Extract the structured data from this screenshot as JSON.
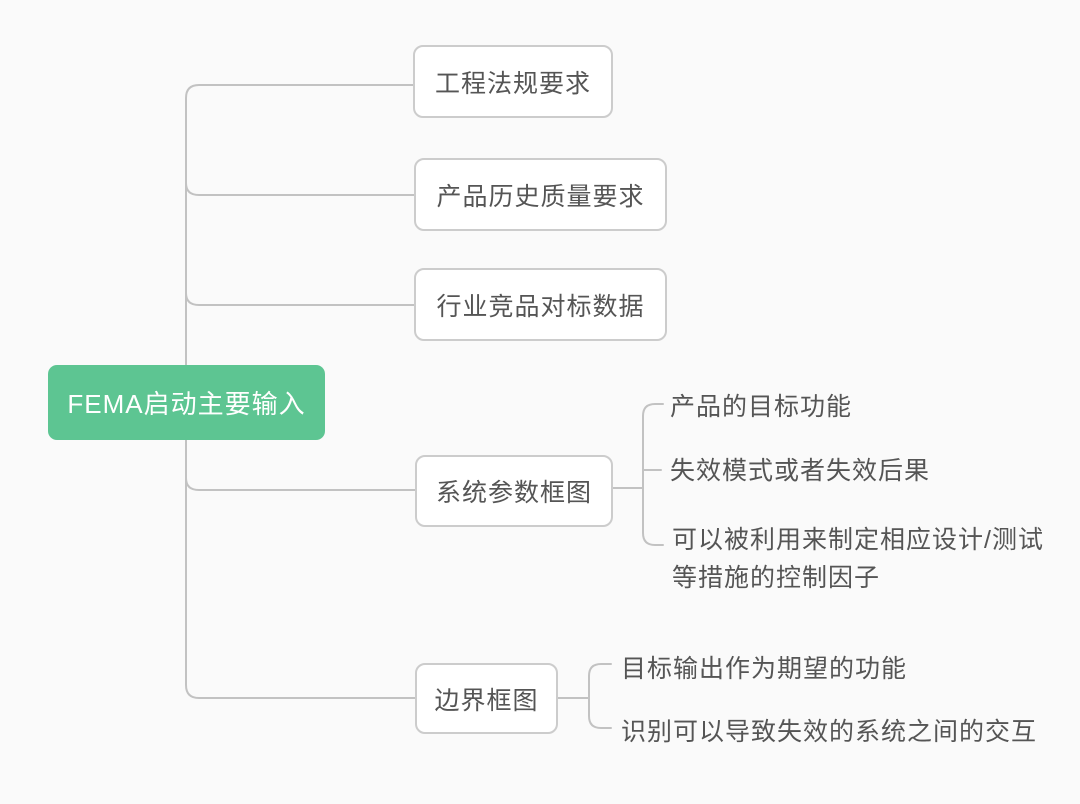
{
  "diagram": {
    "title": "FMEA startup inputs mind map",
    "root": {
      "label": "FEMA启动主要输入"
    },
    "branches": [
      {
        "label": "工程法规要求",
        "children": []
      },
      {
        "label": "产品历史质量要求",
        "children": []
      },
      {
        "label": "行业竞品对标数据",
        "children": []
      },
      {
        "label": "系统参数框图",
        "children": [
          {
            "label": "产品的目标功能"
          },
          {
            "label": "失效模式或者失效后果"
          },
          {
            "label": "可以被利用来制定相应设计/测试等措施的控制因子"
          }
        ]
      },
      {
        "label": "边界框图",
        "children": [
          {
            "label": "目标输出作为期望的功能"
          },
          {
            "label": "识别可以导致失效的系统之间的交互"
          }
        ]
      }
    ],
    "colors": {
      "root_bg": "#5dc592",
      "root_text": "#ffffff",
      "node_bg": "#ffffff",
      "node_border": "#cccccc",
      "node_text": "#555555",
      "connector_line": "#c2c2c2",
      "background": "#fafafa"
    }
  }
}
